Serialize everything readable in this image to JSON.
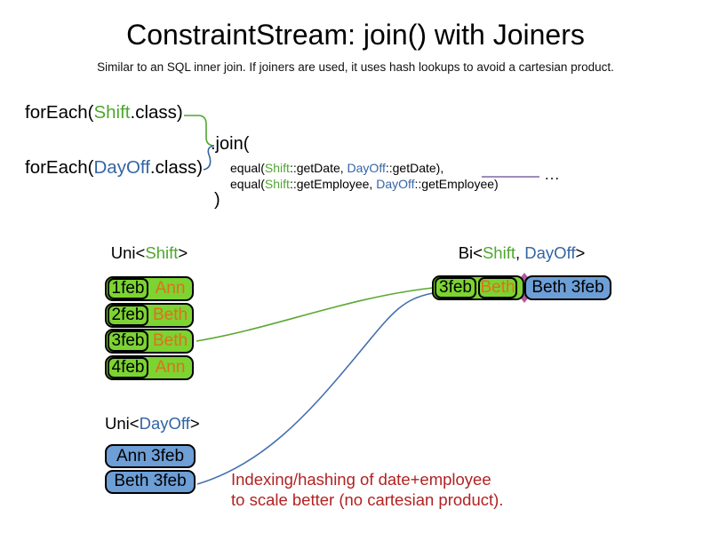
{
  "colors": {
    "shift_green_text": "#4EA72E",
    "dayoff_blue_text": "#3465A4",
    "box_green_fill": "#7CD332",
    "box_blue_fill": "#6D9ED6",
    "employee_orange_text": "#E0701A",
    "note_red_text": "#B22222",
    "joiner_purple_line": "#8064A2"
  },
  "header": {
    "title": "ConstraintStream: join() with Joiners",
    "subtitle": "Similar to an SQL inner join. If joiners are used, it uses hash lookups to avoid a cartesian product."
  },
  "code": {
    "foreach_shift": {
      "pre": "forEach(",
      "cls": "Shift",
      "post": ".class)"
    },
    "foreach_dayoff": {
      "pre": "forEach(",
      "cls": "DayOff",
      "post": ".class)"
    },
    "join_open": ".join(",
    "joiner_date": {
      "pre": "equal(",
      "shift": "Shift",
      "mid": "::getDate, ",
      "dayoff": "DayOff",
      "post": "::getDate),"
    },
    "joiner_employee": {
      "pre": "equal(",
      "shift": "Shift",
      "mid": "::getEmployee, ",
      "dayoff": "DayOff",
      "post": "::getEmployee)"
    },
    "join_close": ")",
    "ellipsis": "…"
  },
  "uni_shift": {
    "label": {
      "pre": "Uni<",
      "cls": "Shift",
      "post": ">"
    },
    "rows": [
      {
        "date": "1feb",
        "employee": "Ann"
      },
      {
        "date": "2feb",
        "employee": "Beth"
      },
      {
        "date": "3feb",
        "employee": "Beth"
      },
      {
        "date": "4feb",
        "employee": "Ann"
      }
    ]
  },
  "bi": {
    "label": {
      "pre": "Bi<",
      "shift": "Shift",
      "sep": ", ",
      "dayoff": "DayOff",
      "post": ">"
    },
    "row": {
      "date": "3feb",
      "employee": "Beth",
      "dayoff": "Beth 3feb"
    }
  },
  "uni_dayoff": {
    "label": {
      "pre": "Uni<",
      "cls": "DayOff",
      "post": ">"
    },
    "rows": [
      {
        "text": "Ann 3feb"
      },
      {
        "text": "Beth 3feb"
      }
    ]
  },
  "note": {
    "line1": "Indexing/hashing of date+employee",
    "line2": "to scale better (no cartesian product)."
  }
}
